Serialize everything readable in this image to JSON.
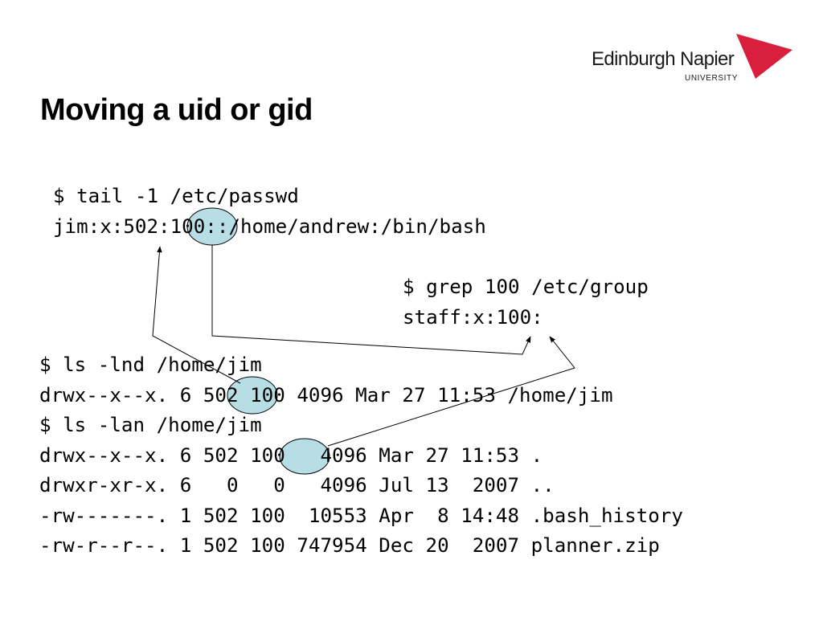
{
  "logo": {
    "wordmark": "Edinburgh Napier",
    "subtitle": "UNIVERSITY",
    "mark_color": "#d8203c"
  },
  "title": "Moving a uid or gid",
  "passwd_block": [
    "$ tail -1 /etc/passwd",
    "jim:x:502:100::/home/andrew:/bin/bash"
  ],
  "group_block": [
    "$ grep 100 /etc/group",
    "staff:x:100:"
  ],
  "ls_block": [
    "$ ls -lnd /home/jim",
    "drwx--x--x. 6 502 100 4096 Mar 27 11:53 /home/jim",
    "$ ls -lan /home/jim",
    "drwx--x--x. 6 502 100   4096 Mar 27 11:53 .",
    "drwxr-xr-x. 6   0   0   4096 Jul 13  2007 ..",
    "-rw-------. 1 502 100  10553 Apr  8 14:48 .bash_history",
    "-rw-r--r--. 1 502 100 747954 Dec 20  2007 planner.zip"
  ],
  "highlight_color": "#b7dde5"
}
